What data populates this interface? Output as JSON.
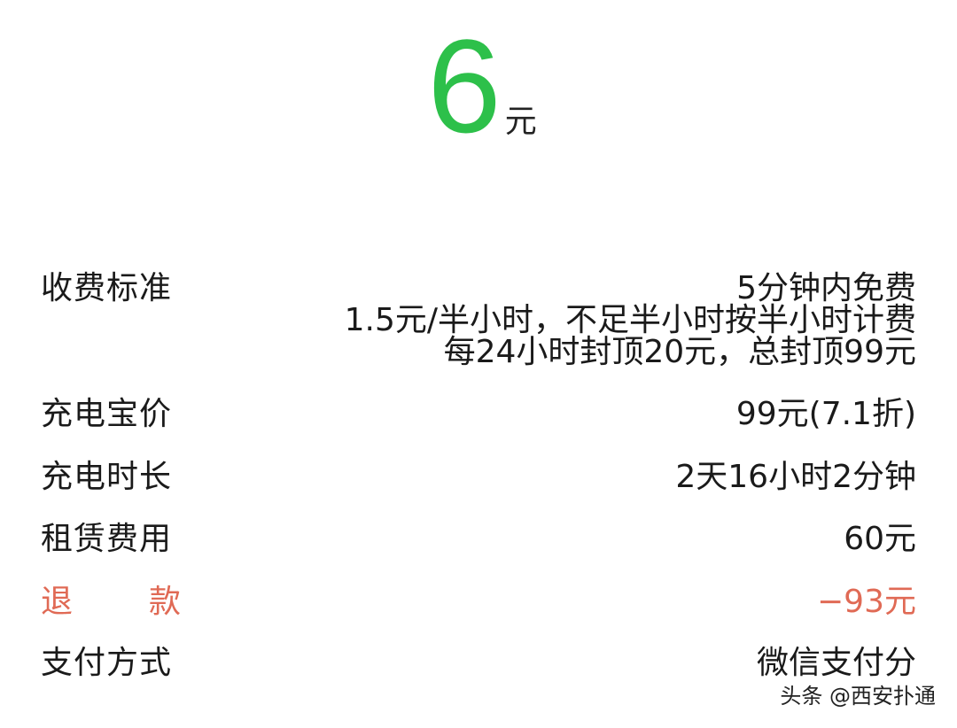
{
  "summary": {
    "amount": "6",
    "unit": "元",
    "amount_color": "#2DC04A"
  },
  "details": {
    "fee_standard": {
      "label": "收费标准",
      "lines": [
        "5分钟内免费",
        "1.5元/半小时，不足半小时按半小时计费",
        "每24小时封顶20元，总封顶99元"
      ]
    },
    "powerbank_price": {
      "label": "充电宝价",
      "value": "99元(7.1折)"
    },
    "charge_duration": {
      "label": "充电时长",
      "value": "2天16小时2分钟"
    },
    "rental_fee": {
      "label": "租赁费用",
      "value": "60元"
    },
    "refund": {
      "label_char1": "退",
      "label_char2": "款",
      "value": "−93元",
      "color": "#E06A55"
    },
    "payment_method": {
      "label": "支付方式",
      "value": "微信支付分"
    }
  },
  "watermark": "头条 @西安扑通"
}
